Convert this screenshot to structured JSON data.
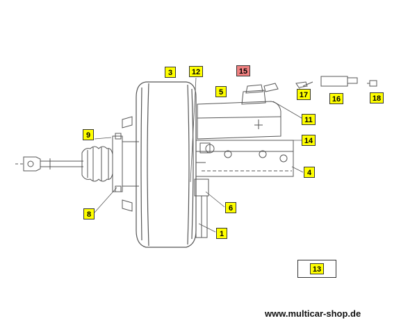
{
  "colors": {
    "label_bg": "#ffff00",
    "label_highlight_bg": "#f08080",
    "line": "#555555"
  },
  "labels": [
    {
      "id": "1",
      "text": "1"
    },
    {
      "id": "3",
      "text": "3"
    },
    {
      "id": "4",
      "text": "4"
    },
    {
      "id": "5",
      "text": "5"
    },
    {
      "id": "6",
      "text": "6"
    },
    {
      "id": "8",
      "text": "8"
    },
    {
      "id": "9",
      "text": "9"
    },
    {
      "id": "11",
      "text": "11"
    },
    {
      "id": "12",
      "text": "12"
    },
    {
      "id": "13",
      "text": "13"
    },
    {
      "id": "14",
      "text": "14"
    },
    {
      "id": "15",
      "text": "15",
      "highlighted": true
    },
    {
      "id": "16",
      "text": "16"
    },
    {
      "id": "17",
      "text": "17"
    },
    {
      "id": "18",
      "text": "18"
    }
  ],
  "footer": {
    "website": "www.multicar-shop.de"
  }
}
